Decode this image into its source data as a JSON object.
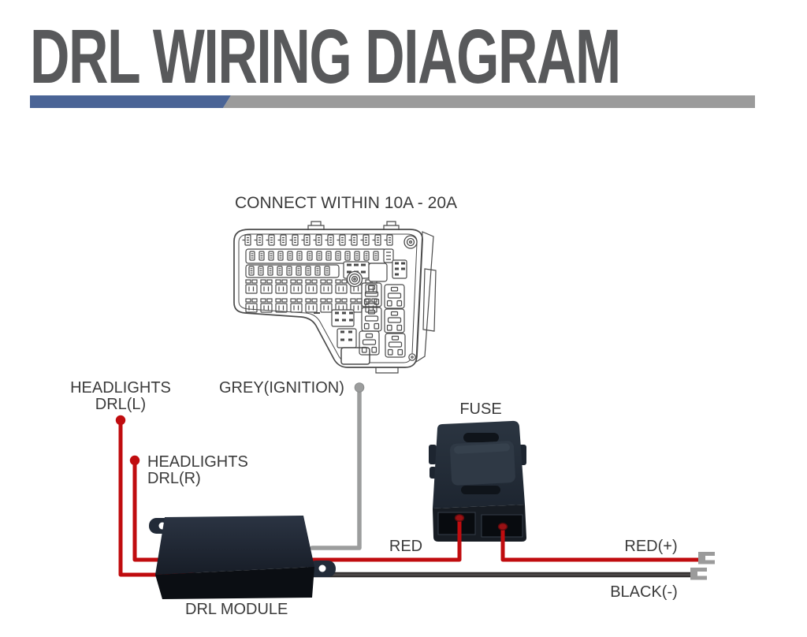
{
  "title": "DRL WIRING DIAGRAM",
  "colors": {
    "title_text": "#58595b",
    "bar_blue": "#4a6496",
    "bar_gray": "#9b9b9b",
    "label_text": "#3b3b3b",
    "wire_red": "#c00c0f",
    "wire_gray": "#9c9d9d",
    "wire_black": "#343030",
    "line_art": "#4a4a4a"
  },
  "fuse_box": {
    "note": "CONNECT WITHIN 10A - 20A"
  },
  "labels": {
    "headlights_left": {
      "line1": "HEADLIGHTS",
      "line2": "DRL(L)"
    },
    "grey_ignition": "GREY(IGNITION)",
    "headlights_right": {
      "line1": "HEADLIGHTS",
      "line2": "DRL(R)"
    },
    "fuse": "FUSE",
    "red": "RED",
    "red_plus": "RED(+)",
    "black_minus": "BLACK(-)",
    "drl_module": "DRL MODULE"
  }
}
